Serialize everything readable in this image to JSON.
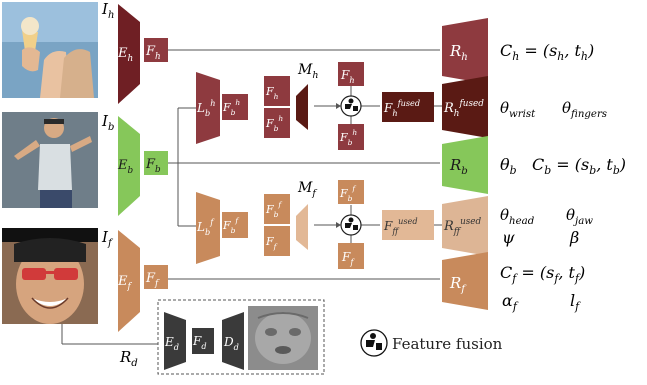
{
  "inputs": {
    "hand_label": "I_h",
    "body_label": "I_b",
    "face_label": "I_f"
  },
  "encoders": {
    "hand": {
      "encoder": "E_h",
      "feature": "F_h"
    },
    "body": {
      "encoder": "E_b",
      "feature": "F_b"
    },
    "face": {
      "encoder": "E_f",
      "feature": "F_f"
    }
  },
  "fusion": {
    "hand_branch": {
      "lifter": "L_b^h",
      "lifted_feature": "F_b^h",
      "stack_top": "F_h",
      "stack_bottom": "F_b^h",
      "mask": "M_h",
      "fused": "F_h^fused",
      "mult_top": "F_h",
      "mult_bottom": "F_b^h"
    },
    "face_branch": {
      "lifter": "L_b^f",
      "lifted_feature": "F_b^f",
      "stack_top": "F_b^f",
      "stack_bottom": "F_f",
      "mask": "M_f",
      "fused": "F_f^fused",
      "mult_top": "F_b^f",
      "mult_bottom": "F_f"
    }
  },
  "regressors": {
    "hand": {
      "name": "R_h",
      "output": "C_h = (s_h, t_h)"
    },
    "hand_fused": {
      "name": "R_h^fused",
      "output_1": "θ_wrist",
      "output_2": "θ_fingers"
    },
    "body": {
      "name": "R_b",
      "output_1": "θ_b",
      "output_2": "C_b = (s_b, t_b)"
    },
    "face_fused": {
      "name": "R_f^fused",
      "output_1": "θ_head",
      "output_2": "θ_jaw",
      "output_3": "ψ",
      "output_4": "β"
    },
    "face": {
      "name": "R_f",
      "output_1": "C_f = (s_f, t_f)",
      "output_2": "α_f",
      "output_3": "l_f"
    }
  },
  "detail": {
    "label": "R_d",
    "encoder": "E_d",
    "feature": "F_d",
    "decoder": "D_d"
  },
  "legend": {
    "label": "Feature fusion",
    "icon": "feature-fusion-icon"
  },
  "colors": {
    "hand": "#6f1f24",
    "hand_mid": "#8e3a3f",
    "hand_fused": "#5a1a14",
    "body": "#86c75a",
    "face": "#c88a5c",
    "face_light": "#e2b896",
    "face_fused": "#ddb595",
    "detail": "#3a3a3a"
  }
}
